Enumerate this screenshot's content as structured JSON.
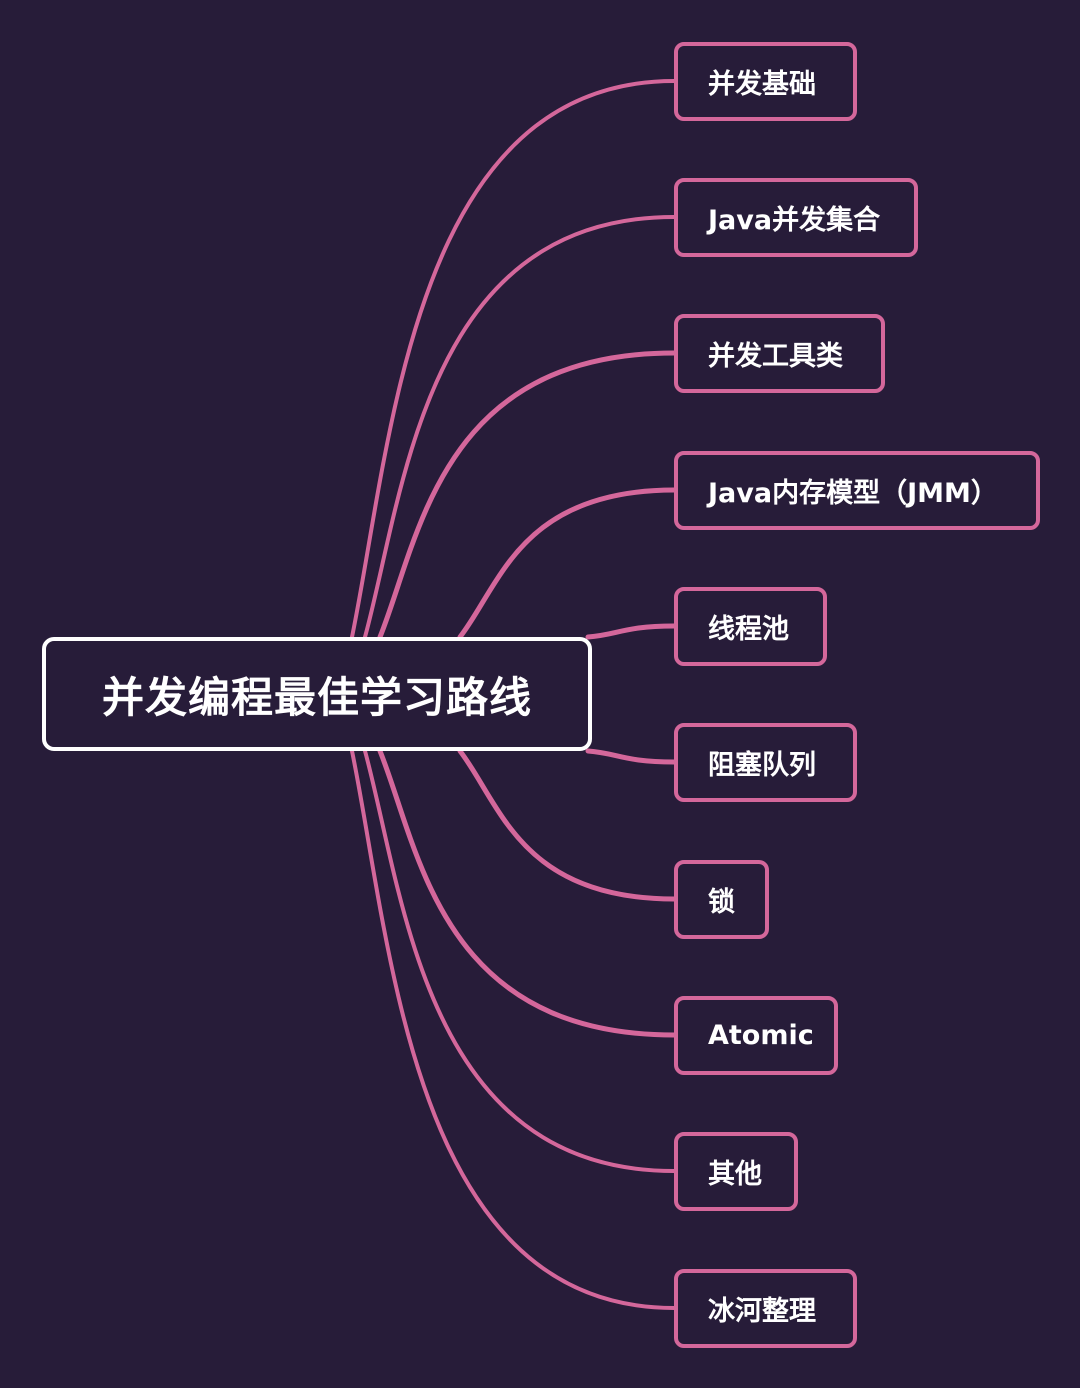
{
  "root": {
    "label": "并发编程最佳学习路线"
  },
  "branches": [
    {
      "label": "并发基础"
    },
    {
      "label": "Java并发集合"
    },
    {
      "label": "并发工具类"
    },
    {
      "label": "Java内存模型（JMM）"
    },
    {
      "label": "线程池"
    },
    {
      "label": "阻塞队列"
    },
    {
      "label": "锁"
    },
    {
      "label": "Atomic"
    },
    {
      "label": "其他"
    },
    {
      "label": "冰河整理"
    }
  ],
  "colors": {
    "background": "#271c39",
    "branch": "#d4679b",
    "root_border": "#ffffff",
    "text": "#ffffff"
  }
}
